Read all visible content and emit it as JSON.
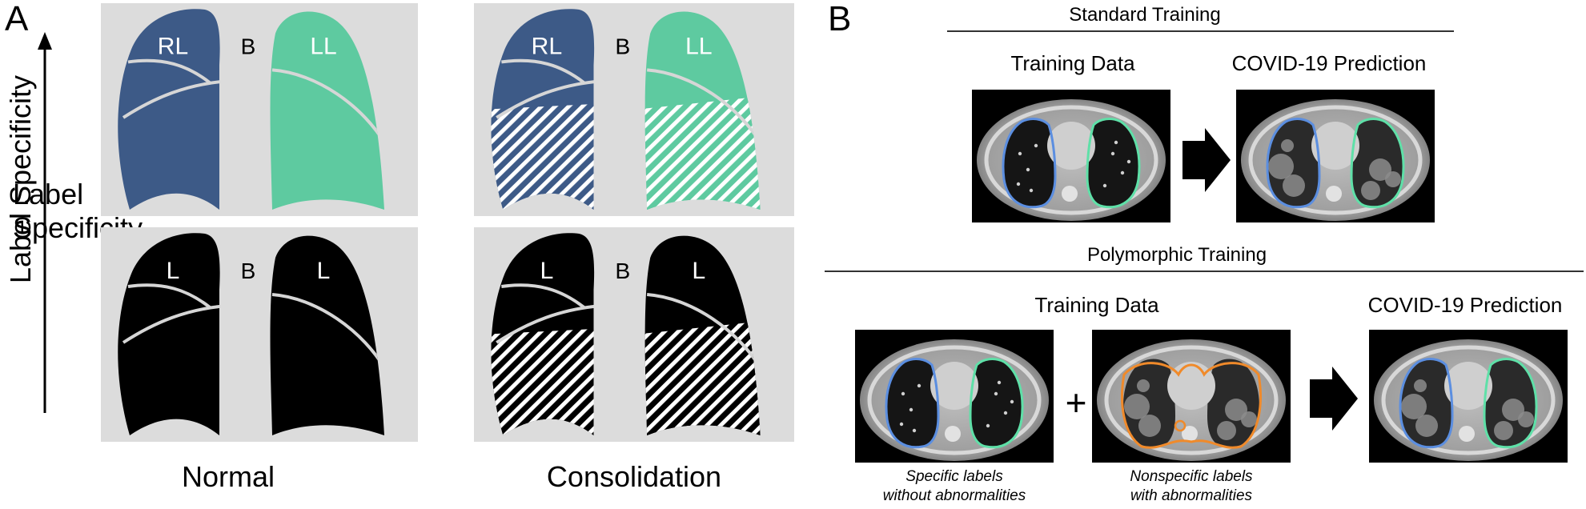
{
  "panel_a": {
    "letter": "A",
    "y_axis_label": "Label Specificity",
    "columns": [
      "Normal",
      "Consolidation"
    ],
    "lung_labels": {
      "top_left": "RL",
      "top_right": "LL",
      "bottom_left": "L",
      "bottom_right": "L",
      "background": "B"
    },
    "colors": {
      "right_lung": "#3d5a87",
      "left_lung": "#5ecaa0",
      "generic_lung": "#000000",
      "panel_bg": "#dcdcdc",
      "fissure": "#d6d6d6"
    }
  },
  "panel_b": {
    "letter": "B",
    "standard": {
      "title": "Standard Training",
      "training_label": "Training Data",
      "prediction_label": "COVID-19 Prediction"
    },
    "polymorphic": {
      "title": "Polymorphic Training",
      "training_label": "Training Data",
      "prediction_label": "COVID-19 Prediction",
      "plus": "+",
      "caption_specific_1": "Specific labels",
      "caption_specific_2": "without abnormalities",
      "caption_nonspecific_1": "Nonspecific labels",
      "caption_nonspecific_2": "with abnormalities"
    },
    "colors": {
      "right_contour": "#5b8ee0",
      "left_contour": "#5fe0a8",
      "nonspecific_contour": "#f08a2a"
    }
  }
}
